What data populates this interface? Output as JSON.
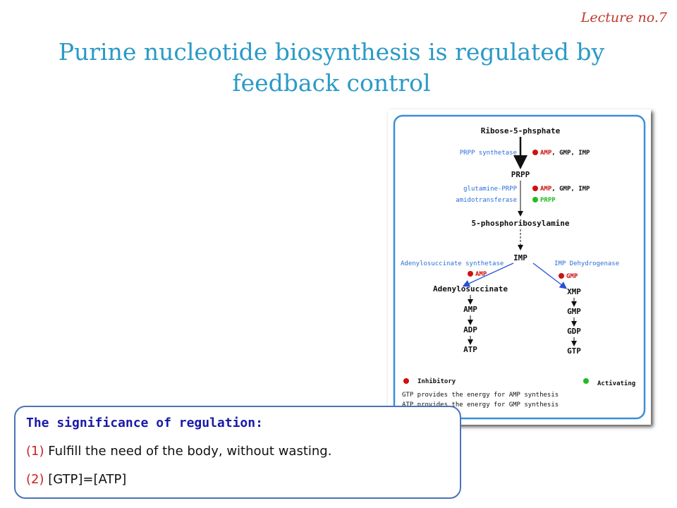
{
  "header": {
    "lecture": "Lecture no.7",
    "title_line1": "Purine nucleotide biosynthesis is regulated by",
    "title_line2": "feedback control"
  },
  "diagram": {
    "metabolites": {
      "ribose": "Ribose-5-phsphate",
      "prpp": "PRPP",
      "phosphoribosylamine": "5-phosphoribosylamine",
      "imp": "IMP",
      "adenylosuccinate": "Adenylosuccinate",
      "amp": "AMP",
      "adp": "ADP",
      "atp": "ATP",
      "xmp": "XMP",
      "gmp": "GMP",
      "gdp": "GDP",
      "gtp": "GTP"
    },
    "enzymes": {
      "prpp_synthetase": "PRPP synthetase",
      "glutamine_line1": "glutamine-PRPP",
      "glutamine_line2": "amidotransferase",
      "adenylosuccinate_synthetase": "Adenylosuccinate synthetase",
      "imp_dehydrogenase": "IMP Dehydrogenase"
    },
    "regulators": {
      "r1_amp": "AMP",
      "r1_rest": ", GMP, IMP",
      "r2_amp": "AMP",
      "r2_rest": ", GMP, IMP",
      "r2_activator": "PRPP",
      "r3_amp": "AMP",
      "r4_gmp": "GMP"
    },
    "legend": {
      "inhibitory": "Inhibitory",
      "activating": "Activating",
      "note1": "GTP provides the energy for AMP synthesis",
      "note2": "ATP provides the energy for GMP synthesis"
    },
    "colors": {
      "inhibitory": "#cc1111",
      "activating": "#22bb22",
      "enzyme": "#2a6fd6",
      "frame": "#3a8fd8"
    }
  },
  "significance": {
    "heading": "The significance of regulation:",
    "item1_num": "(1)",
    "item1_text": " Fulfill the need of the body,  without wasting.",
    "item2_num": "(2)",
    "item2_text": " [GTP]=[ATP]"
  }
}
